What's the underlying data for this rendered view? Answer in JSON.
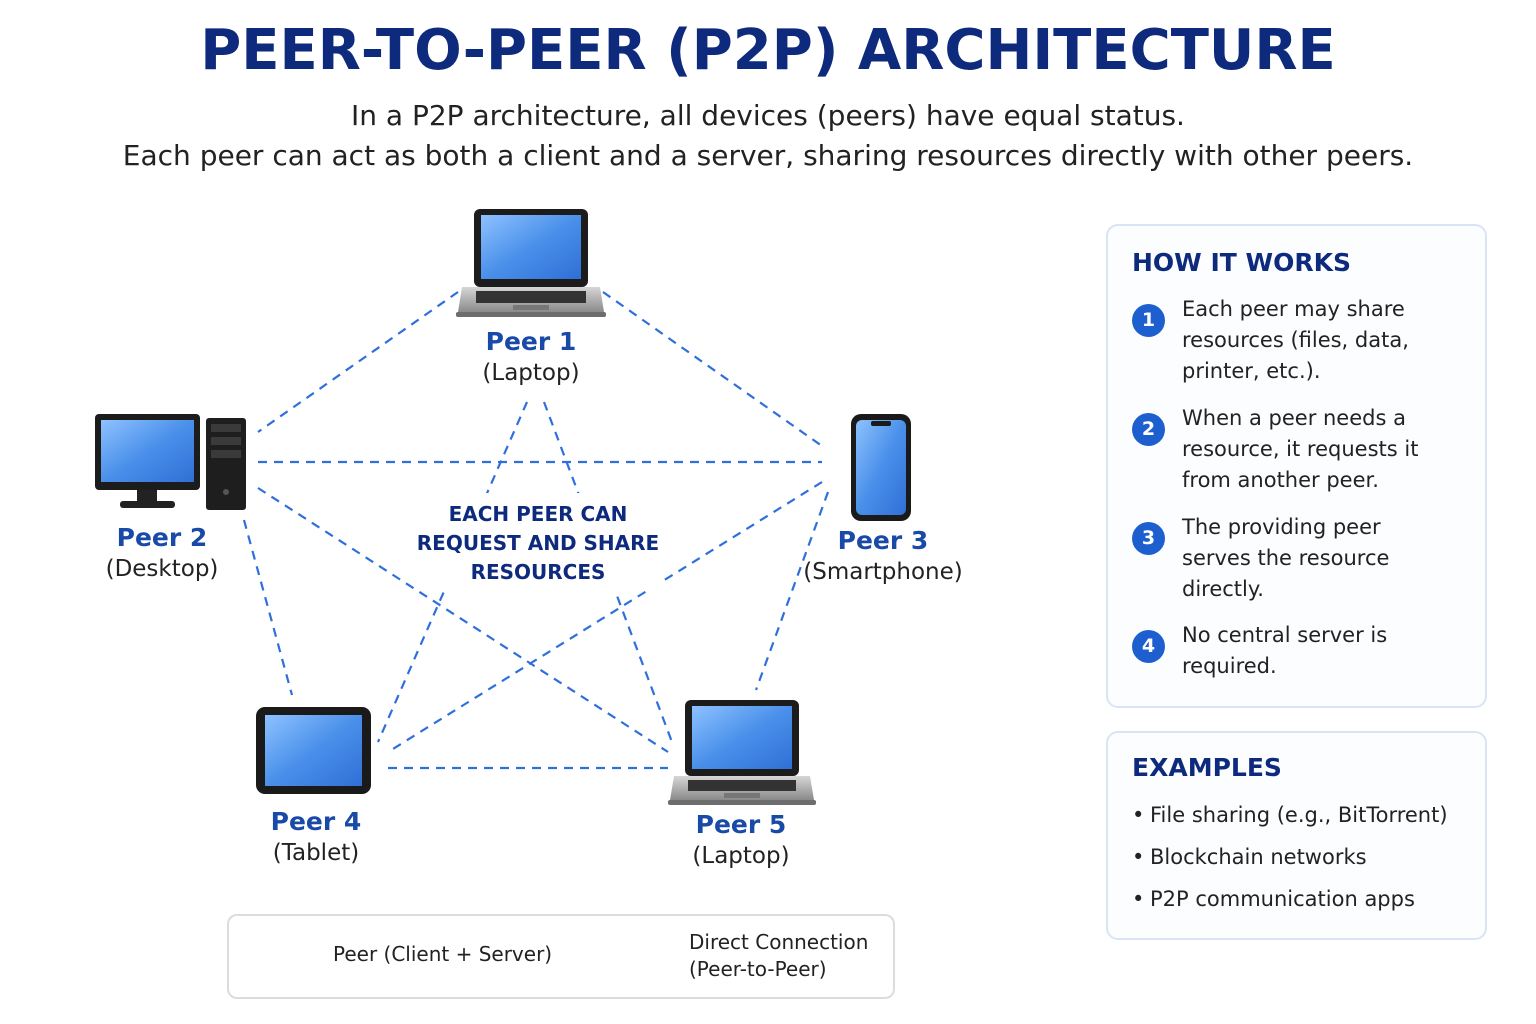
{
  "title": "PEER-TO-PEER (P2P) ARCHITECTURE",
  "subtitle_lines": [
    "In a P2P architecture, all devices (peers) have equal status.",
    "Each peer can act as both a client and a server, sharing resources directly with other peers."
  ],
  "center_label": [
    "EACH PEER CAN",
    "REQUEST AND SHARE",
    "RESOURCES"
  ],
  "peers": [
    {
      "id": "peer1",
      "name": "Peer 1",
      "type": "(Laptop)",
      "device": "laptop-icon"
    },
    {
      "id": "peer2",
      "name": "Peer 2",
      "type": "(Desktop)",
      "device": "desktop-icon"
    },
    {
      "id": "peer3",
      "name": "Peer 3",
      "type": "(Smartphone)",
      "device": "smartphone-icon"
    },
    {
      "id": "peer4",
      "name": "Peer 4",
      "type": "(Tablet)",
      "device": "tablet-icon"
    },
    {
      "id": "peer5",
      "name": "Peer 5",
      "type": "(Laptop)",
      "device": "laptop-icon"
    }
  ],
  "connections": [
    [
      "peer1",
      "peer2"
    ],
    [
      "peer1",
      "peer3"
    ],
    [
      "peer1",
      "peer4"
    ],
    [
      "peer1",
      "peer5"
    ],
    [
      "peer2",
      "peer3"
    ],
    [
      "peer2",
      "peer4"
    ],
    [
      "peer2",
      "peer5"
    ],
    [
      "peer3",
      "peer4"
    ],
    [
      "peer3",
      "peer5"
    ],
    [
      "peer4",
      "peer5"
    ]
  ],
  "how_it_works": {
    "title": "HOW IT WORKS",
    "steps": [
      {
        "num": "1",
        "lines": [
          "Each peer may share",
          "resources (files, data,",
          "printer, etc.)."
        ]
      },
      {
        "num": "2",
        "lines": [
          "When a peer needs a",
          "resource, it requests it",
          "from another peer."
        ]
      },
      {
        "num": "3",
        "lines": [
          "The providing peer",
          "serves the resource",
          "directly."
        ]
      },
      {
        "num": "4",
        "lines": [
          "No central server is",
          "required."
        ]
      }
    ]
  },
  "examples": {
    "title": "EXAMPLES",
    "bullet": "•",
    "items": [
      "File sharing (e.g., BitTorrent)",
      "Blockchain networks",
      "P2P communication apps"
    ]
  },
  "legend": {
    "peer_label": "Peer (Client + Server)",
    "connection_label": [
      "Direct Connection",
      "(Peer-to-Peer)"
    ]
  },
  "colors": {
    "title": "#0d2a7d",
    "accent": "#1a4aa8",
    "connection": "#2f6fdc",
    "screen": "#3f87e8"
  }
}
